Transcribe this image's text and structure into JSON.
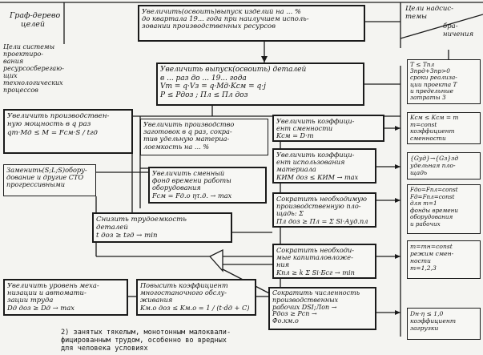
{
  "header": {
    "left_title_line1": "Граф-дерево",
    "left_title_line2": "целей",
    "right_label": "Цели надсис-",
    "right_label_line2": "темы",
    "right_label_sub1": "бра-",
    "right_label_sub2": "ничения"
  },
  "system_goal": "Цели системы проектиро-\nвания ресурсосберегаю-\nщих технологических\nпроцессов",
  "boxes": {
    "top": "Увеличить(освоить)выпуск изделий на ... %\nдо квартала 19... года при наилучшем исполь-\nзовании производственных ресурсов",
    "main": "Увеличить выпуск(освоить) деталей\nв ... раз до ... 19... года\nVт = q·Vз = q·Mд·Kсм = q·j\nP ≤ Pдоз ;   Пл ≤ Пл доз",
    "power": "Увеличить производствен-\nную мощность в q раз\nqт·Mд ≤ M = Fсм·S / tгд",
    "equipment": "Заменить(S;L;S)обору-\nдование и другие СТО\nпрогрессивными",
    "blanks": "Увеличить производство\nзаготовок в q раз, сокра-\nтив удельную материа-\nлоемкость на ... %",
    "shift_coef": "Увеличить коэффици-\nент сменности\nKсм = D·m",
    "material": "Увеличить коэффици-\nент использования\nматериала\nКИМ доз ≤ КИМ → max",
    "fund": "Увеличить сменный\nфонд времени работы\nоборудования\nFсм = Fд.о ητ.д. → max",
    "area": "Сократить необходимую\nпроизводственную пло-\nщадь: Σ\nПл доз ≥ Пл = Σ Si·Ауд.пл",
    "reduce_time": "Снизить трудоемкость\nдеталей\nt доз ≥ tгд → min",
    "capital": "Сократить необходи-\nмые капиталовложе-\nния\nKпл ≥ k Σ Si·Бсг → min",
    "mechanize": "Увеличить уровень меха-\nнизации и автомати-\nзации труда\nDд доз ≥ Dд → max",
    "multi": "Повысить коэффициент\nмногостаночного обслу-\nживания\nKм.о доз ≤ Kм.о = 1 / (t·dд + C)",
    "workers": "Сократить численность\nпроизводственных\nрабочих DSI;Лоп →\nPдоз ≥ Pсп →\nФо.км.о"
  },
  "constraints": {
    "c1": "T ≤ Tпл\nЗпрд+Зпр>0\nсроки реализа-\nции проекта T\nи предельные\nзатраты З",
    "c2": "Kсм ≤ Kсм = m\nm=const\nкоэффициент\nсменности",
    "c3": "{Gуд}→{Gз}зд\nудельная пло-\nщадь",
    "c4": "Fдо=Fпл=const\nFд=Fпл=const\nдля m=1\nфонды времени\nоборудования\nи рабочих",
    "c5": "m=mн=const\nрежим смен-\nности\nm=1,2,3",
    "c6": "Dн·η ≤ 1,0\nкоэффициент\nзагрузки"
  },
  "caption": "2) занятых тякелым, монотонным малоквали-\nфицированным трудом, особенно во вредных\nдля человека условиях"
}
